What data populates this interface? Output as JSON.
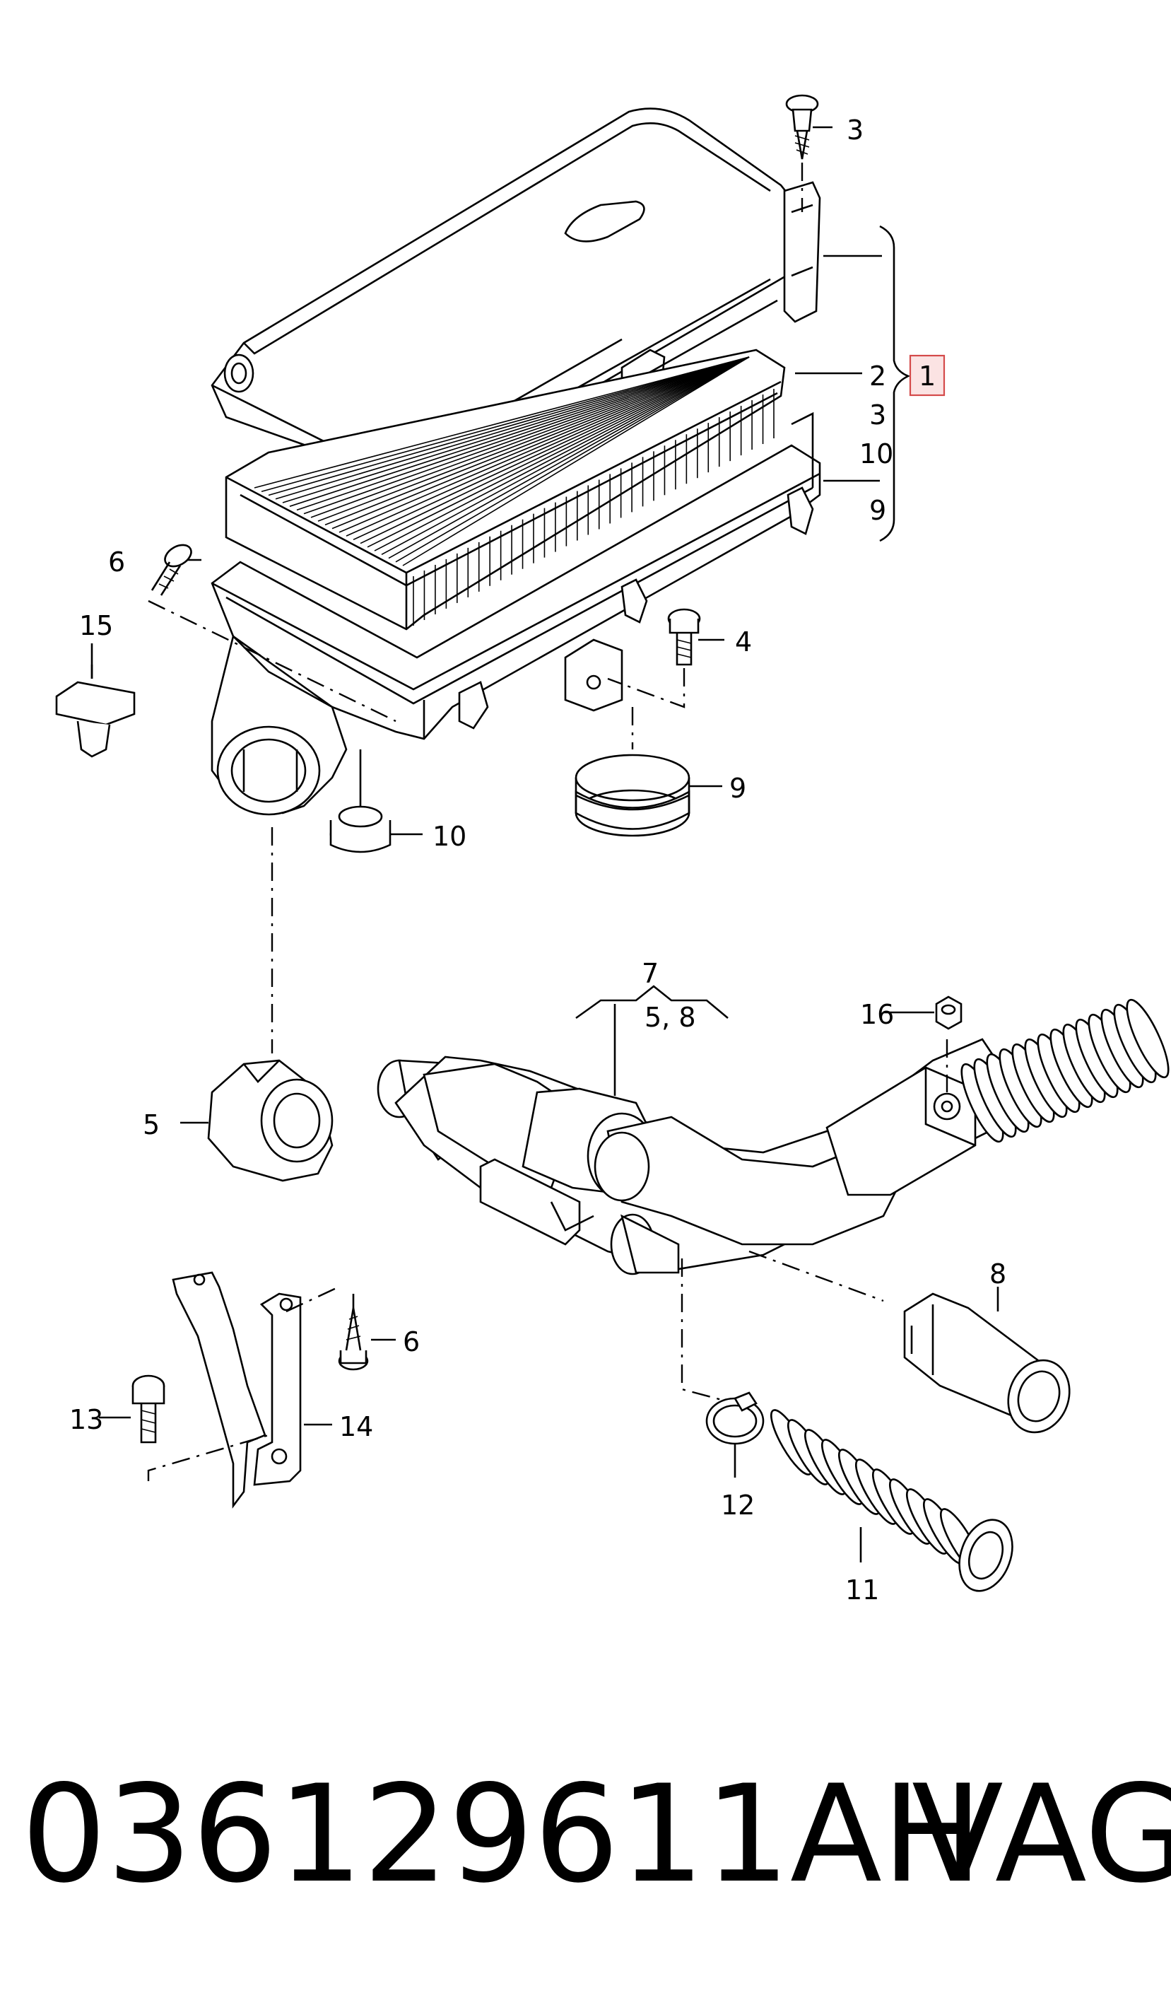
{
  "callouts": {
    "c1": "1",
    "c2": "2",
    "c3_top": "3",
    "c3_list": "3",
    "c10_list": "10",
    "c9_list": "9",
    "c4": "4",
    "c6_top": "6",
    "c15": "15",
    "c9_seal": "9",
    "c10_grommet": "10",
    "c7": "7",
    "c58": "5, 8",
    "c16": "16",
    "c5": "5",
    "c8": "8",
    "c6_bottom": "6",
    "c13": "13",
    "c14": "14",
    "c12": "12",
    "c11": "11"
  },
  "footer": {
    "part_number": "036129611AH",
    "brand": "VAG"
  },
  "colors": {
    "line": "#000000",
    "highlight_fill": "#fbe3e3",
    "highlight_stroke": "#d44a4a"
  }
}
